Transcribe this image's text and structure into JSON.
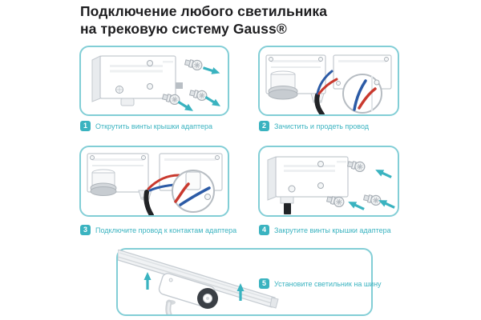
{
  "title": {
    "line1": "Подключение любого светильника",
    "line2": "на трековую систему Gauss®"
  },
  "steps": [
    {
      "number": "1",
      "label": "Открутить винты крышки адаптера"
    },
    {
      "number": "2",
      "label": "Зачистить и продеть провод"
    },
    {
      "number": "3",
      "label": "Подключите провод к контактам адаптера"
    },
    {
      "number": "4",
      "label": "Закрутите винты крышки адаптера"
    },
    {
      "number": "5",
      "label": "Установите светильник на шину"
    }
  ],
  "icons": {
    "screw": "screw-icon",
    "arrow": "direction-arrow-icon",
    "magnifier": "magnifier-inset"
  },
  "colors": {
    "accent": "#3ab3c0",
    "accent_light": "#82ced6",
    "title_color": "#1d1d1f",
    "line_art": "#c3c9cf",
    "wire_blue": "#2c5ba6",
    "wire_red": "#c9392e",
    "cable_black": "#212326"
  }
}
